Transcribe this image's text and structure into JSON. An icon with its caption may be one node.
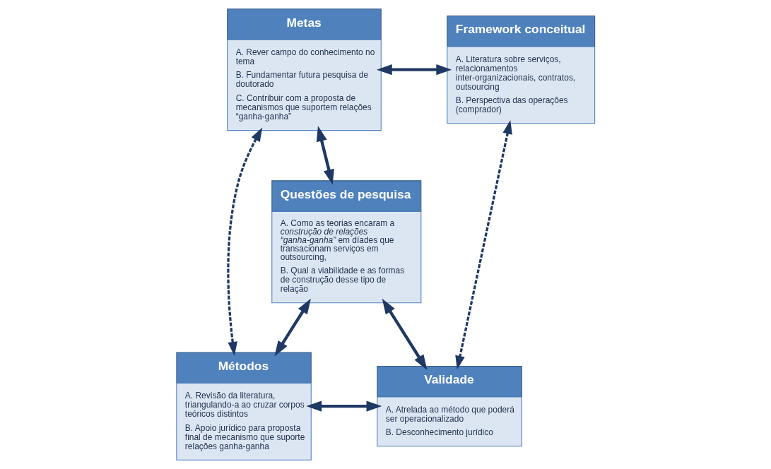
{
  "diagram": {
    "nodes": [
      {
        "text": [
          "Metas",
          "A. Rever campo do conhecimento no tema",
          "B. Fundamentar futura pesquisa de doutorado",
          "C. Contribuir com a proposta de mecanismos que suportem relações “ganha-ganha”"
        ]
      },
      {
        "text": [
          "Framework conceitual",
          "A. Literatura sobre serviços, relacionamentos inter-organizacionais, contratos, outsourcing",
          "B. Perspectiva das operações (comprador)"
        ]
      },
      {
        "text": [
          "Questões de pesquisa",
          "A. Como as teorias encaram a *construção de relações “ganha-ganha”* em díades que transacionam serviços em outsourcing,",
          "B. Qual a viabilidade e as formas de construção desse tipo de relação"
        ]
      },
      {
        "text": [
          "Métodos",
          "A. Revisão da literatura, triangulando-a ao cruzar corpos teóricos distintos",
          "B. Apoio jurídico para proposta final de mecanismo que suporte relações ganha-ganha"
        ]
      },
      {
        "text": [
          "Validade",
          "A. Atrelada ao método que poderá ser operacionalizado",
          "B. Desconhecimento jurídico"
        ]
      }
    ],
    "edges": [
      {
        "from": 0,
        "to": 1,
        "arrow": "both"
      },
      {
        "from": 0,
        "to": 2,
        "arrow": "both"
      },
      {
        "from": 0,
        "to": 3,
        "arrow": "both",
        "style": "dashed"
      },
      {
        "from": 1,
        "to": 4,
        "arrow": "both",
        "style": "dashed"
      },
      {
        "from": 2,
        "to": 3,
        "arrow": "both"
      },
      {
        "from": 2,
        "to": 4,
        "arrow": "both"
      },
      {
        "from": 3,
        "to": 4,
        "arrow": "both"
      }
    ]
  }
}
